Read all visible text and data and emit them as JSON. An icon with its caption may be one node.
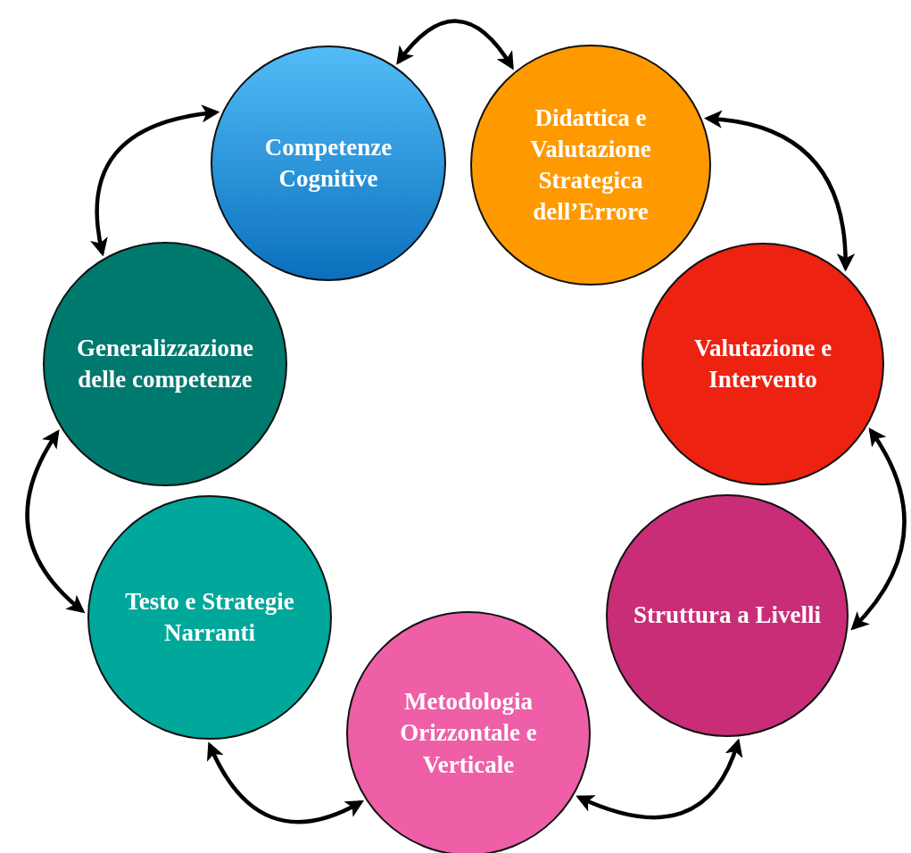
{
  "diagram": {
    "nodes": [
      {
        "text": [
          "Competenze Cognitive"
        ]
      },
      {
        "text": [
          "Didattica e Valutazione Strategica dell’Errore"
        ]
      },
      {
        "text": [
          "Valutazione e Intervento"
        ]
      },
      {
        "text": [
          "Struttura a Livelli"
        ]
      },
      {
        "text": [
          "Metodologia Orizzontale e Verticale"
        ]
      },
      {
        "text": [
          "Testo e Strategie Narranti"
        ]
      },
      {
        "text": [
          "Generalizzazione delle competenze"
        ]
      }
    ],
    "edges": [
      {
        "from": 0,
        "to": 1,
        "arrow": "both"
      },
      {
        "from": 1,
        "to": 2,
        "arrow": "both"
      },
      {
        "from": 2,
        "to": 3,
        "arrow": "both"
      },
      {
        "from": 3,
        "to": 4,
        "arrow": "both"
      },
      {
        "from": 4,
        "to": 5,
        "arrow": "both"
      },
      {
        "from": 5,
        "to": 6,
        "arrow": "both"
      },
      {
        "from": 6,
        "to": 0,
        "arrow": "both"
      }
    ]
  }
}
